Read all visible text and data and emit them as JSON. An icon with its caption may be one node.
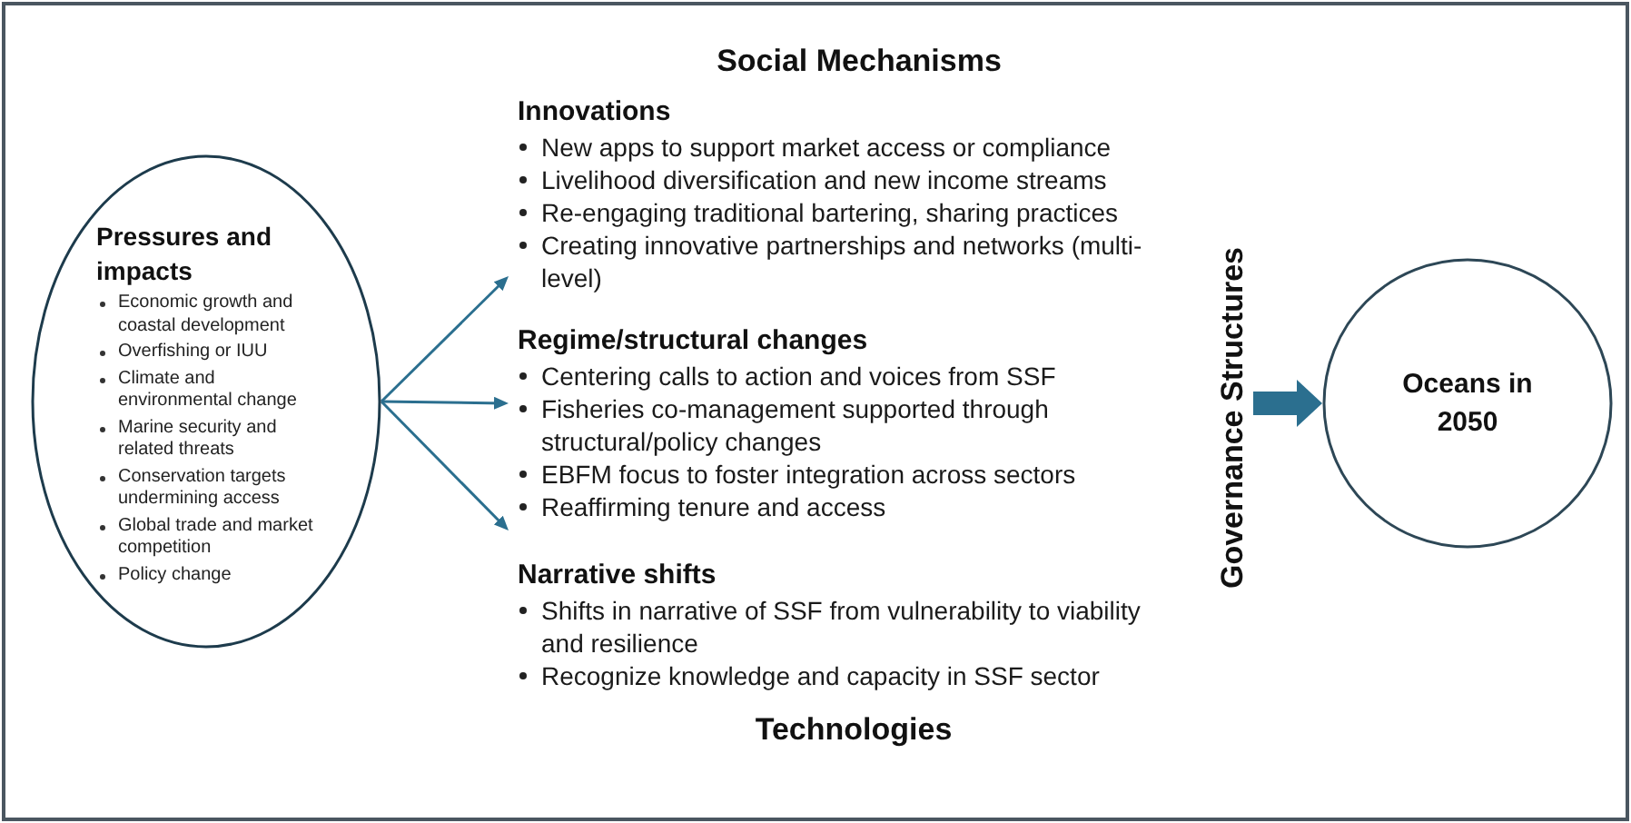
{
  "diagram": {
    "nodes": [
      {
        "text": [
          "Pressures and impacts",
          "Economic growth and coastal development",
          "Overfishing or IUU",
          "Climate and environmental change",
          "Marine security and related threats",
          "Conservation targets undermining access",
          "Global trade and market competition",
          "Policy change"
        ]
      },
      {
        "text": [
          "Innovations",
          "New apps to support market access or compliance",
          "Livelihood diversification and new income streams",
          "Re-engaging traditional bartering, sharing practices",
          "Creating innovative partnerships and networks (multi-level)"
        ]
      },
      {
        "text": [
          "Regime/structural changes",
          "Centering calls to action and voices from SSF",
          "Fisheries co-management supported through structural/policy changes",
          "EBFM focus to foster integration across sectors",
          "Reaffirming tenure and access"
        ]
      },
      {
        "text": [
          "Narrative shifts",
          "Shifts in narrative of SSF from vulnerability to viability and resilience",
          "Recognize knowledge and capacity in SSF sector"
        ]
      },
      {
        "text": [
          "Governance Structures"
        ]
      },
      {
        "text": [
          "Oceans in 2050"
        ]
      }
    ],
    "edges": [
      {
        "from": 0,
        "to": 1,
        "arrow": "to"
      },
      {
        "from": 0,
        "to": 2,
        "arrow": "to"
      },
      {
        "from": 0,
        "to": 3,
        "arrow": "to"
      },
      {
        "from": 4,
        "to": 5,
        "arrow": "to",
        "style": "thick"
      }
    ],
    "labels": [
      "Social Mechanisms",
      "Technologies"
    ]
  }
}
